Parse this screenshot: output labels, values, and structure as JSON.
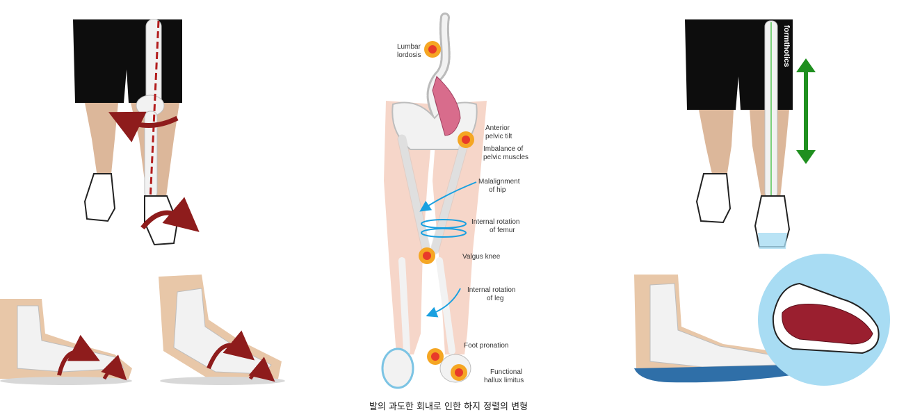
{
  "labels": {
    "lumbar": [
      "Lumbar",
      "lordosis"
    ],
    "anterior": [
      "Anterior",
      "pelvic tilt"
    ],
    "imbalance": [
      "Imbalance of",
      "pelvic muscles"
    ],
    "malalignment": [
      "Malalignment",
      "of hip"
    ],
    "internal_femur": [
      "Internal rotation",
      "of femur"
    ],
    "valgus": [
      "Valgus knee"
    ],
    "internal_leg": [
      "Internal rotation",
      "of leg"
    ],
    "pronation": [
      "Foot pronation"
    ],
    "hallux": [
      "Functional",
      "hallux limitus"
    ]
  },
  "brand": "formthotics",
  "caption": "발의 과도한 회내로 인한 하지 정렬의 변형",
  "colors": {
    "skin": "#dcb79a",
    "skin_light": "#f5cfc0",
    "bone": "#f2f2f2",
    "rotation_arrow": "#8e1c1c",
    "cue_arrow": "#1aa0e0",
    "pain_marker": "#f5a623",
    "pain_core": "#e83a2a",
    "corrective_arrow": "#1f8f1f",
    "insole": "#2f6fa8",
    "circle_bg": "#a8dcf3"
  }
}
